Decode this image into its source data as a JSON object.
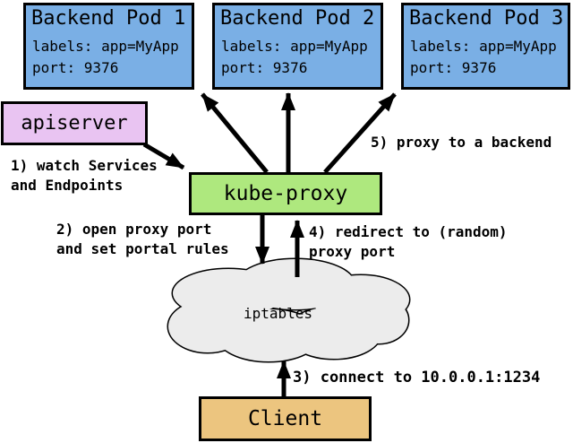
{
  "colors": {
    "pod_fill": "#7AAFE5",
    "apiserver_fill": "#E9C4F2",
    "kube_proxy_fill": "#AEE87E",
    "client_fill": "#ECC57F",
    "cloud_fill": "#ECECEC"
  },
  "nodes": {
    "pods": [
      {
        "title": "Backend Pod 1",
        "labels_line": "labels: app=MyApp",
        "port_line": "port: 9376"
      },
      {
        "title": "Backend Pod 2",
        "labels_line": "labels: app=MyApp",
        "port_line": "port: 9376"
      },
      {
        "title": "Backend Pod 3",
        "labels_line": "labels: app=MyApp",
        "port_line": "port: 9376"
      }
    ],
    "apiserver": {
      "label": "apiserver"
    },
    "kube_proxy": {
      "label": "kube-proxy"
    },
    "iptables": {
      "label": "iptables"
    },
    "client": {
      "label": "Client"
    }
  },
  "annotations": {
    "step1": "1) watch Services\nand Endpoints",
    "step2": "2) open proxy port\nand set portal rules",
    "step3": "3) connect to 10.0.0.1:1234",
    "step4": "4) redirect to (random)\nproxy port",
    "step5": "5) proxy to a backend"
  }
}
